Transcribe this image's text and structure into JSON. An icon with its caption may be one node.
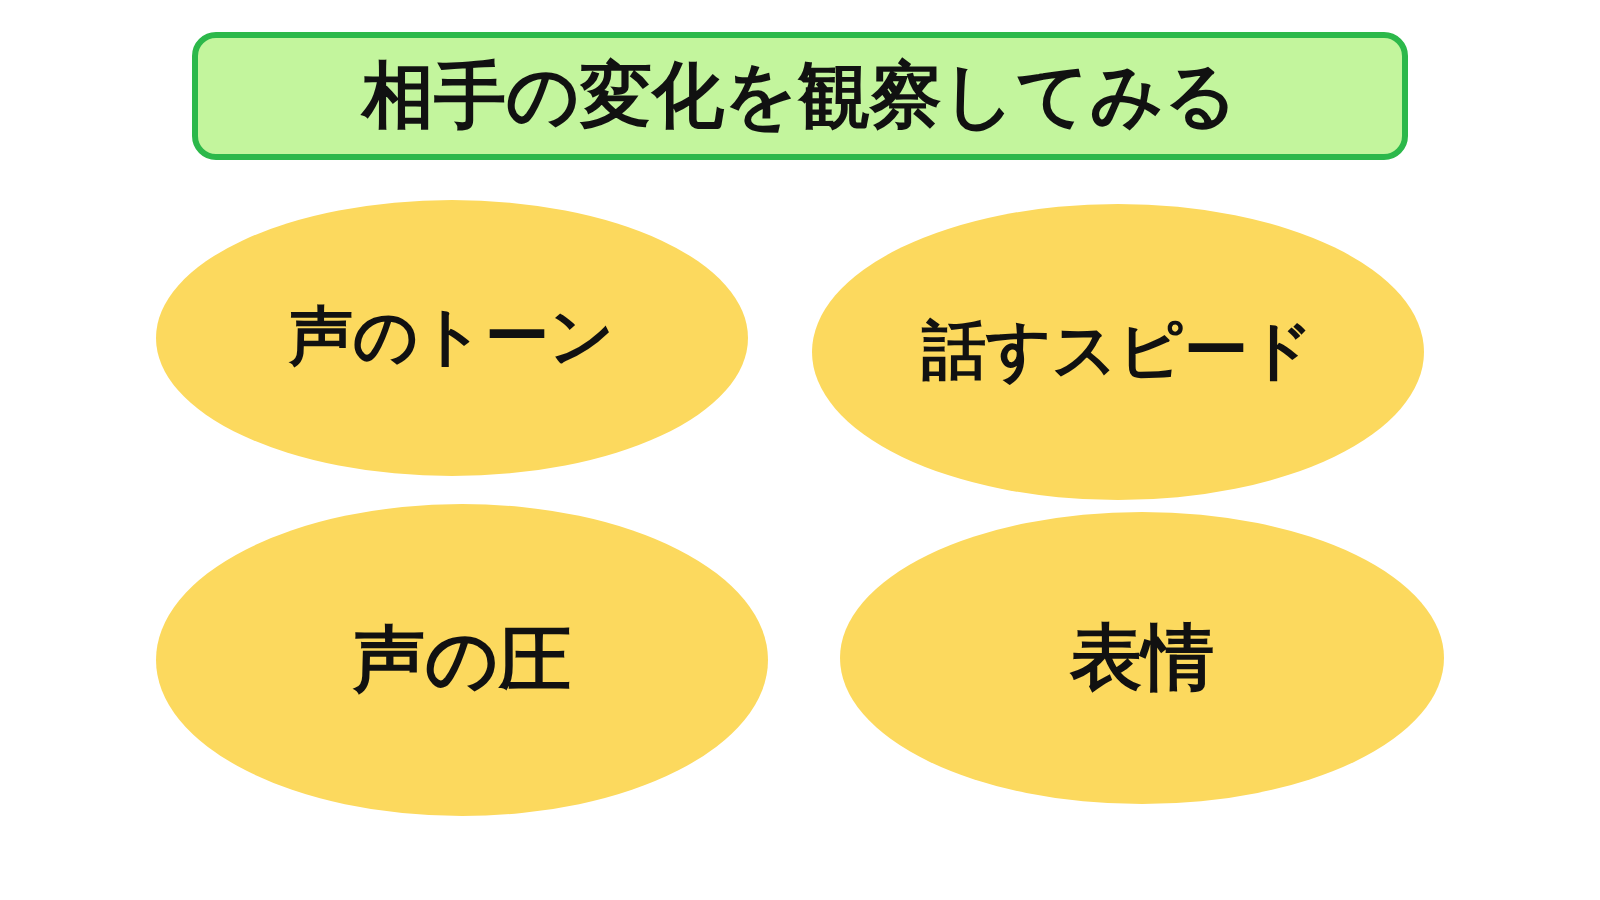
{
  "diagram": {
    "title": "相手の変化を観察してみる",
    "nodes": [
      {
        "text": [
          "声のトーン"
        ]
      },
      {
        "text": [
          "話すスピード"
        ]
      },
      {
        "text": [
          "声の圧"
        ]
      },
      {
        "text": [
          "表情"
        ]
      }
    ]
  }
}
